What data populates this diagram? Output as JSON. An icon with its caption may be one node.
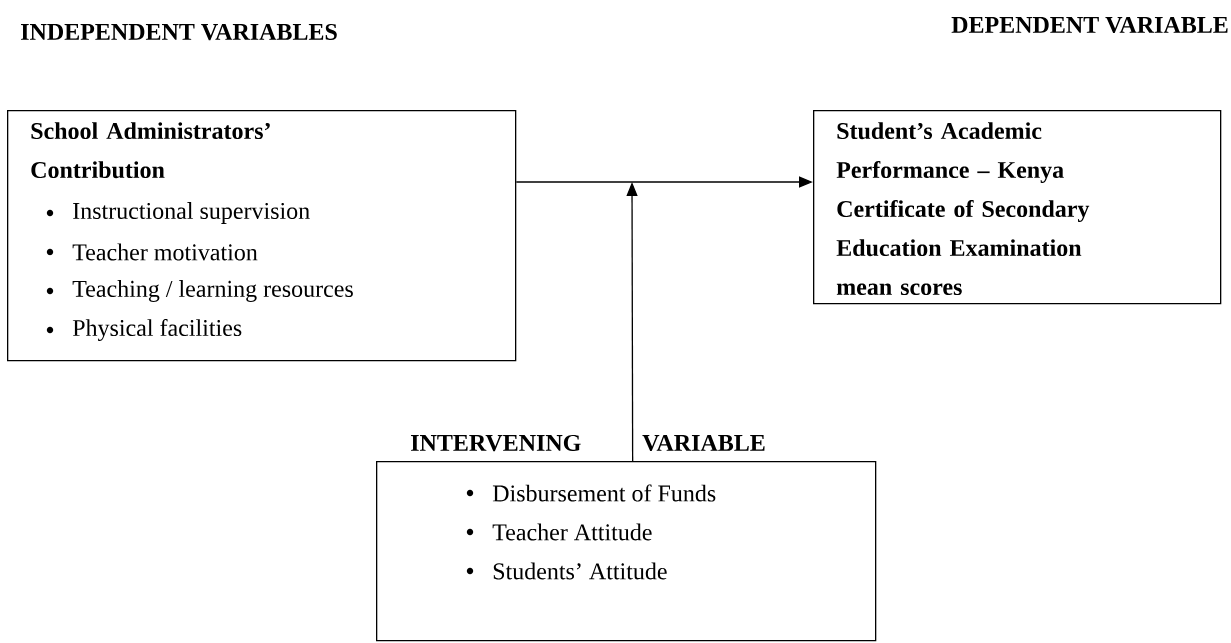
{
  "diagram": {
    "nodes": [
      {
        "text": [
          "School Administrators’ Contribution",
          "Instructional supervision",
          "Teacher motivation",
          "Teaching / learning resources",
          "Physical facilities"
        ]
      },
      {
        "text": [
          "Student’s Academic Performance – Kenya Certificate of Secondary Education Examination mean scores"
        ]
      },
      {
        "text": [
          "Disbursement of Funds",
          "Teacher Attitude",
          "Students’ Attitude"
        ]
      }
    ],
    "edges": [
      {
        "from": 0,
        "to": 1,
        "arrow": "to"
      },
      {
        "from": 2,
        "to": null,
        "arrow": "to"
      }
    ],
    "labels": [
      "INDEPENDENT VARIABLES",
      "DEPENDENT VARIABLE",
      "INTERVENING",
      "VARIABLE"
    ]
  }
}
